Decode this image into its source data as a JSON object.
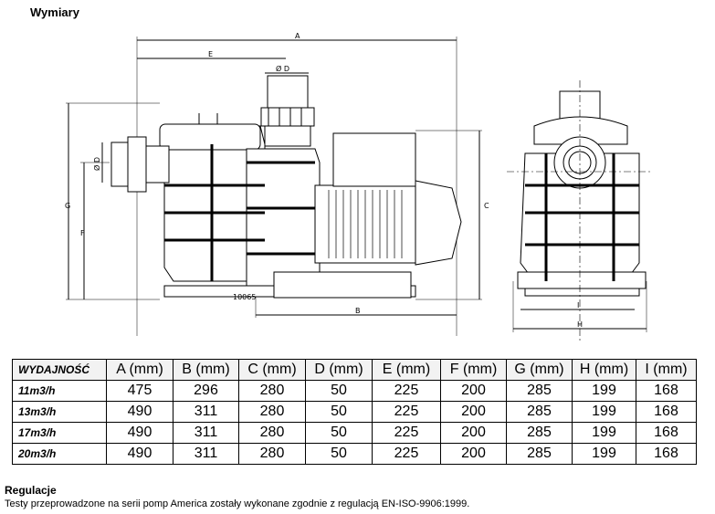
{
  "title": "Wymiary",
  "drawing": {
    "labels": {
      "A": "A",
      "B": "B",
      "C": "C",
      "E": "E",
      "F": "F",
      "G": "G",
      "H": "H",
      "I": "I",
      "D_top": "Ø D",
      "D_side": "Ø D",
      "part_no": "10065"
    }
  },
  "table": {
    "headers": [
      "WYDAJNOŚĆ",
      "A (mm)",
      "B (mm)",
      "C (mm)",
      "D (mm)",
      "E (mm)",
      "F (mm)",
      "G (mm)",
      "H (mm)",
      "I (mm)"
    ],
    "rows": [
      [
        "11m3/h",
        "475",
        "296",
        "280",
        "50",
        "225",
        "200",
        "285",
        "199",
        "168"
      ],
      [
        "13m3/h",
        "490",
        "311",
        "280",
        "50",
        "225",
        "200",
        "285",
        "199",
        "168"
      ],
      [
        "17m3/h",
        "490",
        "311",
        "280",
        "50",
        "225",
        "200",
        "285",
        "199",
        "168"
      ],
      [
        "20m3/h",
        "490",
        "311",
        "280",
        "50",
        "225",
        "200",
        "285",
        "199",
        "168"
      ]
    ]
  },
  "note": {
    "title": "Regulacje",
    "text": "Testy przeprowadzone na serii pomp America zostały wykonane zgodnie z regulacją EN-ISO-9906:1999."
  }
}
